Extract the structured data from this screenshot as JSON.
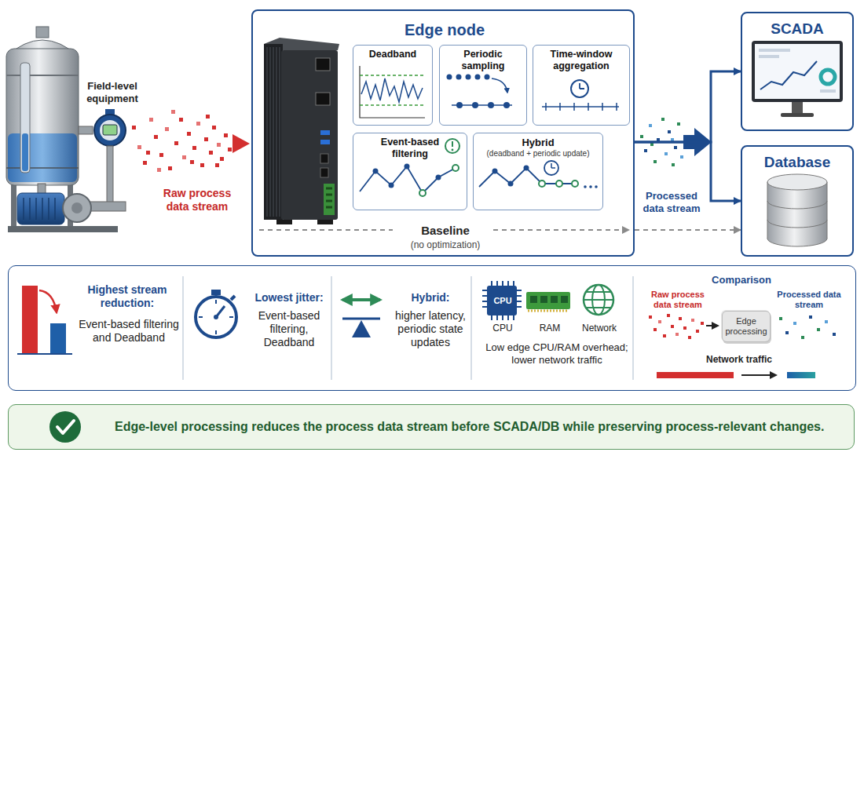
{
  "diagram": {
    "nodes": [
      {
        "text": [
          "Edge node",
          "Baseline",
          "(no optimization)"
        ]
      },
      {
        "text": [
          "Deadband"
        ],
        "in": 0
      },
      {
        "text": [
          "Periodic sampling"
        ],
        "in": 0
      },
      {
        "text": [
          "Time-window aggregation"
        ],
        "in": 0
      },
      {
        "text": [
          "Event-based filtering"
        ],
        "in": 0
      },
      {
        "text": [
          "Hybrid",
          "(deadband + periodic update)"
        ],
        "in": 0
      },
      {
        "text": [
          "SCADA"
        ]
      },
      {
        "text": [
          "Database"
        ]
      },
      {
        "text": [
          "Highest stream reduction:",
          "Event-based filtering and Deadband",
          "Lowest jitter:",
          "Event-based filtering, Deadband",
          "Hybrid:",
          "higher latency, periodic state updates",
          "CPU",
          "CPU",
          "RAM",
          "Network",
          "Low edge CPU/RAM overhead; lower network traffic",
          "Comparison",
          "Raw process data stream",
          "Processed data stream",
          "Network traffic"
        ]
      },
      {
        "text": [
          "Edge processing"
        ],
        "in": 8
      },
      {
        "text": [
          "Edge-level processing reduces the process data stream before SCADA/DB while preserving process-relevant changes."
        ]
      }
    ],
    "edges": [
      {
        "from": 0,
        "to": 6,
        "arrow": "to"
      },
      {
        "from": 0,
        "to": 7,
        "arrow": "to"
      },
      {
        "from": 0,
        "to": 7,
        "arrow": "to"
      }
    ],
    "labels": [
      "Field-level equipment",
      "Raw process data stream",
      "Processed data stream"
    ]
  }
}
